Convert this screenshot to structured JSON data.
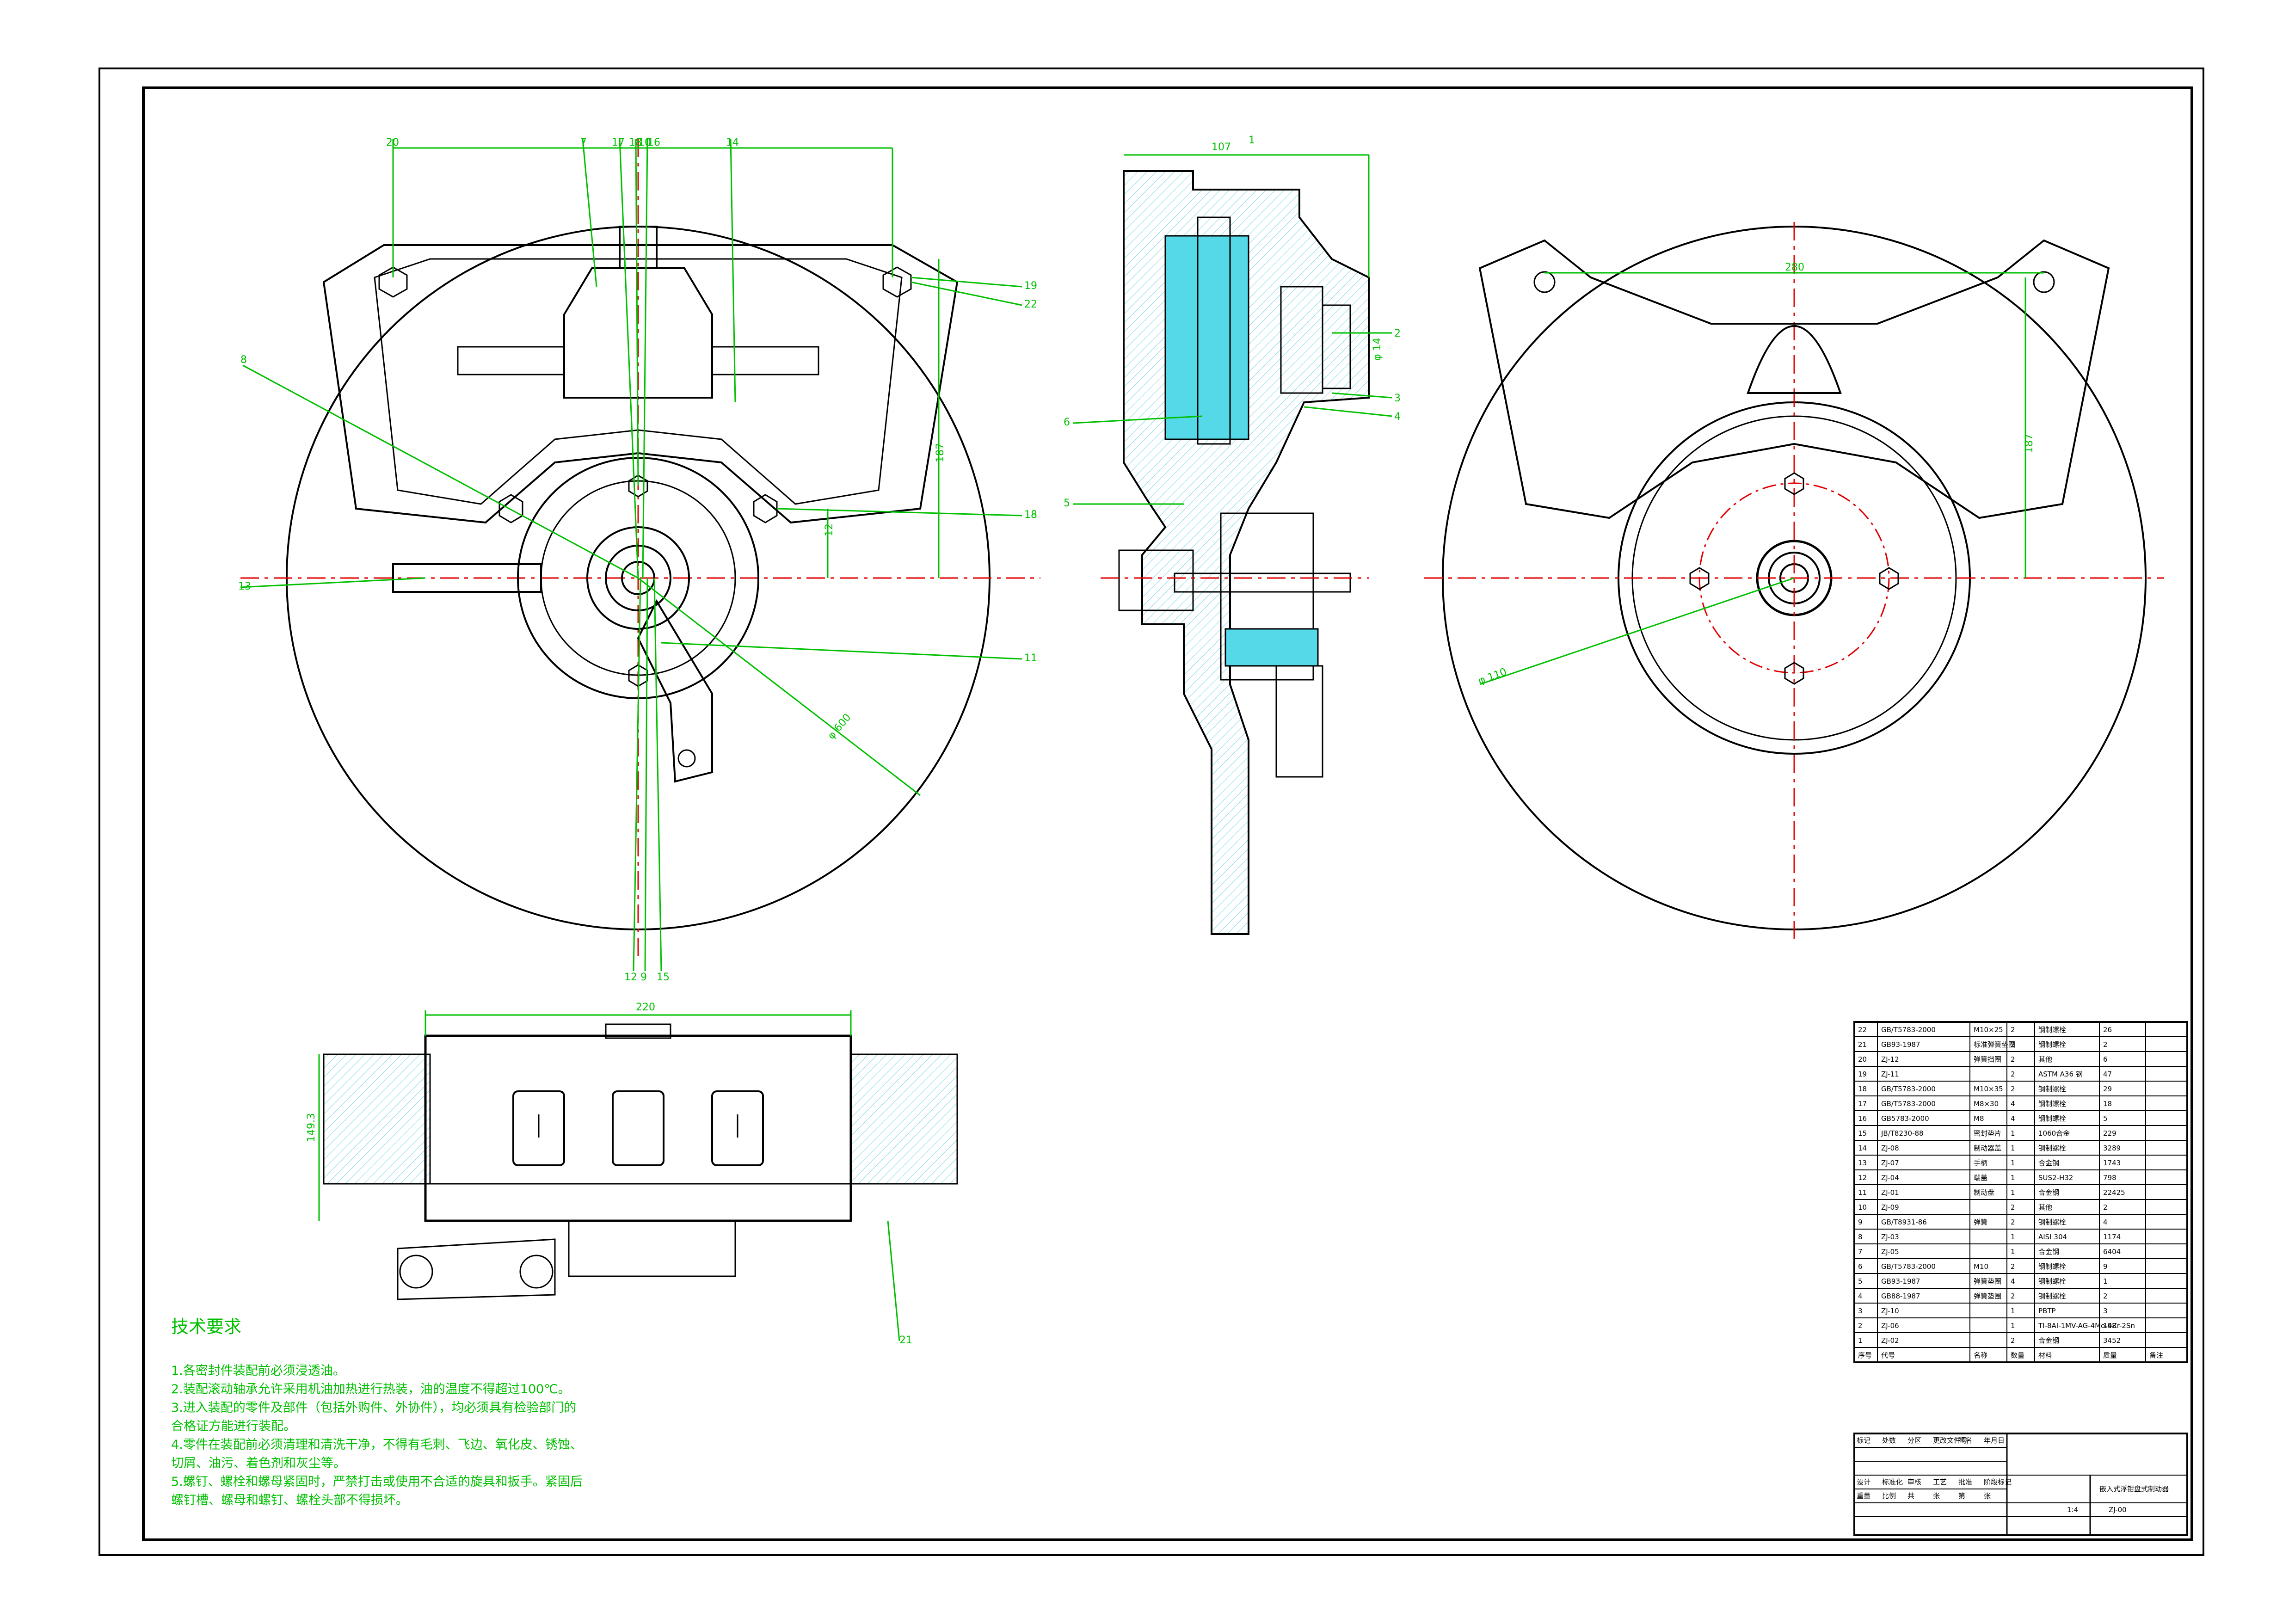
{
  "colors": {
    "outline": "#000000",
    "dimension": "#00c000",
    "centerline": "#e00000",
    "section_fill": "#55d8e8",
    "hatch": "#7fd8ee",
    "construction": "#9ad8f0"
  },
  "front_view": {
    "balloons_top": [
      "20",
      "7",
      "17",
      "18",
      "10",
      "16",
      "14"
    ],
    "balloons_bottom": [
      "12",
      "9",
      "15"
    ],
    "balloons_right": [
      "19",
      "22",
      "18",
      "11"
    ],
    "balloons_left": [
      "8",
      "13"
    ],
    "dim_height": "187",
    "dim_small": "12",
    "dim_dia": "φ 600"
  },
  "section_view": {
    "dim_top": "107",
    "balloons_top": [
      "1"
    ],
    "balloons_right": [
      "2",
      "3",
      "4"
    ],
    "balloons_left": [
      "6",
      "5"
    ],
    "dim_small": "φ 14"
  },
  "side_view": {
    "dim_top": "280",
    "dim_height": "187",
    "dim_dia": "φ 110"
  },
  "top_view": {
    "dim_width": "220",
    "dim_height": "149.3",
    "balloon_21": "21"
  },
  "tech_requirements": {
    "title": "技术要求",
    "lines": [
      "1.各密封件装配前必须浸透油。",
      "2.装配滚动轴承允许采用机油加热进行热装，油的温度不得超过100℃。",
      "3.进入装配的零件及部件（包括外购件、外协件），均必须具有检验部门的",
      "合格证方能进行装配。",
      "4.零件在装配前必须清理和清洗干净，不得有毛刺、飞边、氧化皮、锈蚀、",
      "切屑、油污、着色剂和灰尘等。",
      "5.螺钉、螺栓和螺母紧固时，严禁打击或使用不合适的旋具和扳手。紧固后",
      "螺钉槽、螺母和螺钉、螺栓头部不得损坏。"
    ]
  },
  "bom": {
    "rows": [
      [
        "22",
        "GB/T5783-2000",
        "M10×25",
        "2",
        "钢制螺栓",
        "26"
      ],
      [
        "21",
        "GB93-1987",
        "标准弹簧垫圈",
        "2",
        "钢制螺栓",
        "2"
      ],
      [
        "20",
        "ZJ-12",
        "弹簧挡圈",
        "2",
        "其他",
        "6"
      ],
      [
        "19",
        "ZJ-11",
        "",
        "2",
        "ASTM A36 钢",
        "47"
      ],
      [
        "18",
        "GB/T5783-2000",
        "M10×35",
        "2",
        "钢制螺栓",
        "29"
      ],
      [
        "17",
        "GB/T5783-2000",
        "M8×30",
        "4",
        "钢制螺栓",
        "18"
      ],
      [
        "16",
        "GB5783-2000",
        "M8",
        "4",
        "钢制螺栓",
        "5"
      ],
      [
        "15",
        "JB/T8230-88",
        "密封垫片",
        "1",
        "1060合金",
        "229"
      ],
      [
        "14",
        "ZJ-08",
        "制动器盖",
        "1",
        "钢制螺栓",
        "3289"
      ],
      [
        "13",
        "ZJ-07",
        "手柄",
        "1",
        "合金钢",
        "1743"
      ],
      [
        "12",
        "ZJ-04",
        "端盖",
        "1",
        "SUS2-H32",
        "798"
      ],
      [
        "11",
        "ZJ-01",
        "制动盘",
        "1",
        "合金钢",
        "22425"
      ],
      [
        "10",
        "ZJ-09",
        "",
        "2",
        "其他",
        "2"
      ],
      [
        "9",
        "GB/T8931-86",
        "弹簧",
        "2",
        "钢制螺栓",
        "4"
      ],
      [
        "8",
        "ZJ-03",
        "",
        "1",
        "AISI 304",
        "1174"
      ],
      [
        "7",
        "ZJ-05",
        "",
        "1",
        "合金钢",
        "6404"
      ],
      [
        "6",
        "GB/T5783-2000",
        "M10",
        "2",
        "钢制螺栓",
        "9"
      ],
      [
        "5",
        "GB93-1987",
        "弹簧垫圈",
        "4",
        "钢制螺栓",
        "1"
      ],
      [
        "4",
        "GB88-1987",
        "弹簧垫圈",
        "2",
        "钢制螺栓",
        "2"
      ],
      [
        "3",
        "ZJ-10",
        "",
        "1",
        "PBTP",
        "3"
      ],
      [
        "2",
        "ZJ-06",
        "",
        "1",
        "TI-8AI-1MV-AG-4Mo-4Zr-2Sn",
        "198"
      ],
      [
        "1",
        "ZJ-02",
        "",
        "2",
        "合金钢",
        "3452"
      ]
    ],
    "headers": [
      "序号",
      "代号",
      "名称",
      "数量",
      "材料",
      "质量",
      "备注"
    ],
    "title_block": {
      "drawing_name": "嵌入式浮钳盘式制动器",
      "drawing_number": "ZJ-00",
      "scale": "1:4",
      "labels": [
        "标记",
        "处数",
        "分区",
        "更改文件号",
        "签名",
        "年月日",
        "设计",
        "标准化",
        "审核",
        "工艺",
        "批准",
        "阶段标记",
        "重量",
        "比例",
        "共",
        "张",
        "第",
        "张"
      ]
    }
  }
}
